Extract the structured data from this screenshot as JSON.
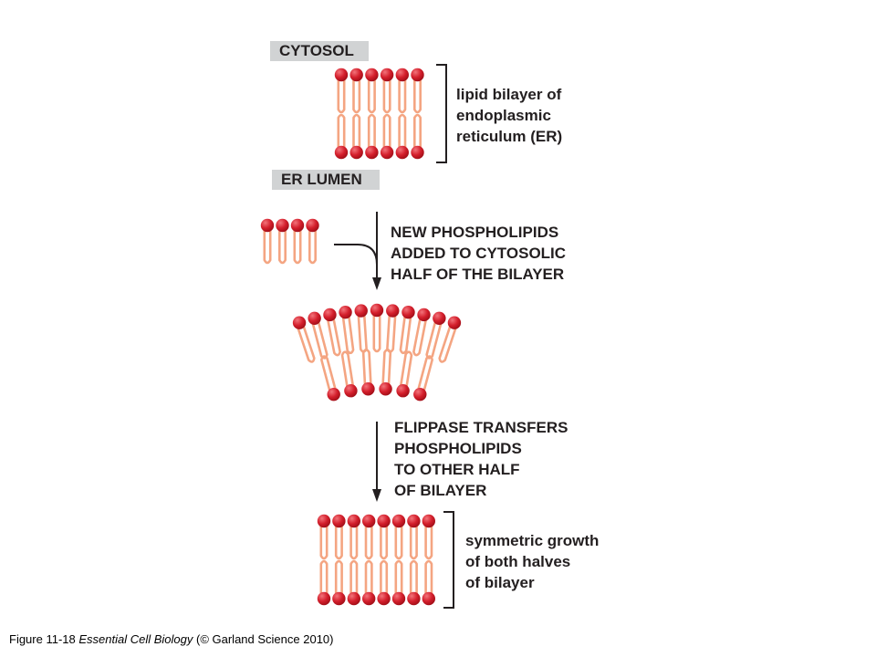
{
  "labels": {
    "cytosol": "CYTOSOL",
    "er_lumen": "ER LUMEN",
    "bilayer_er": [
      "lipid bilayer of",
      "endoplasmic",
      "reticulum (ER)"
    ],
    "step1": [
      "NEW PHOSPHOLIPIDS",
      "ADDED TO CYTOSOLIC",
      "HALF OF THE BILAYER"
    ],
    "step2": [
      "FLIPPASE TRANSFERS",
      "PHOSPHOLIPIDS",
      "TO OTHER HALF",
      "OF BILAYER"
    ],
    "symmetric": [
      "symmetric growth",
      "of both halves",
      "of bilayer"
    ]
  },
  "caption": {
    "prefix": "Figure 11-18 ",
    "book": "Essential Cell Biology",
    "suffix": " (© Garland Science 2010)"
  },
  "colors": {
    "head": "#c8102e",
    "head_highlight": "#f2737a",
    "tail": "#f4a582",
    "bracket": "#231f20",
    "arrow": "#231f20",
    "tag_background": "#d1d3d4"
  }
}
